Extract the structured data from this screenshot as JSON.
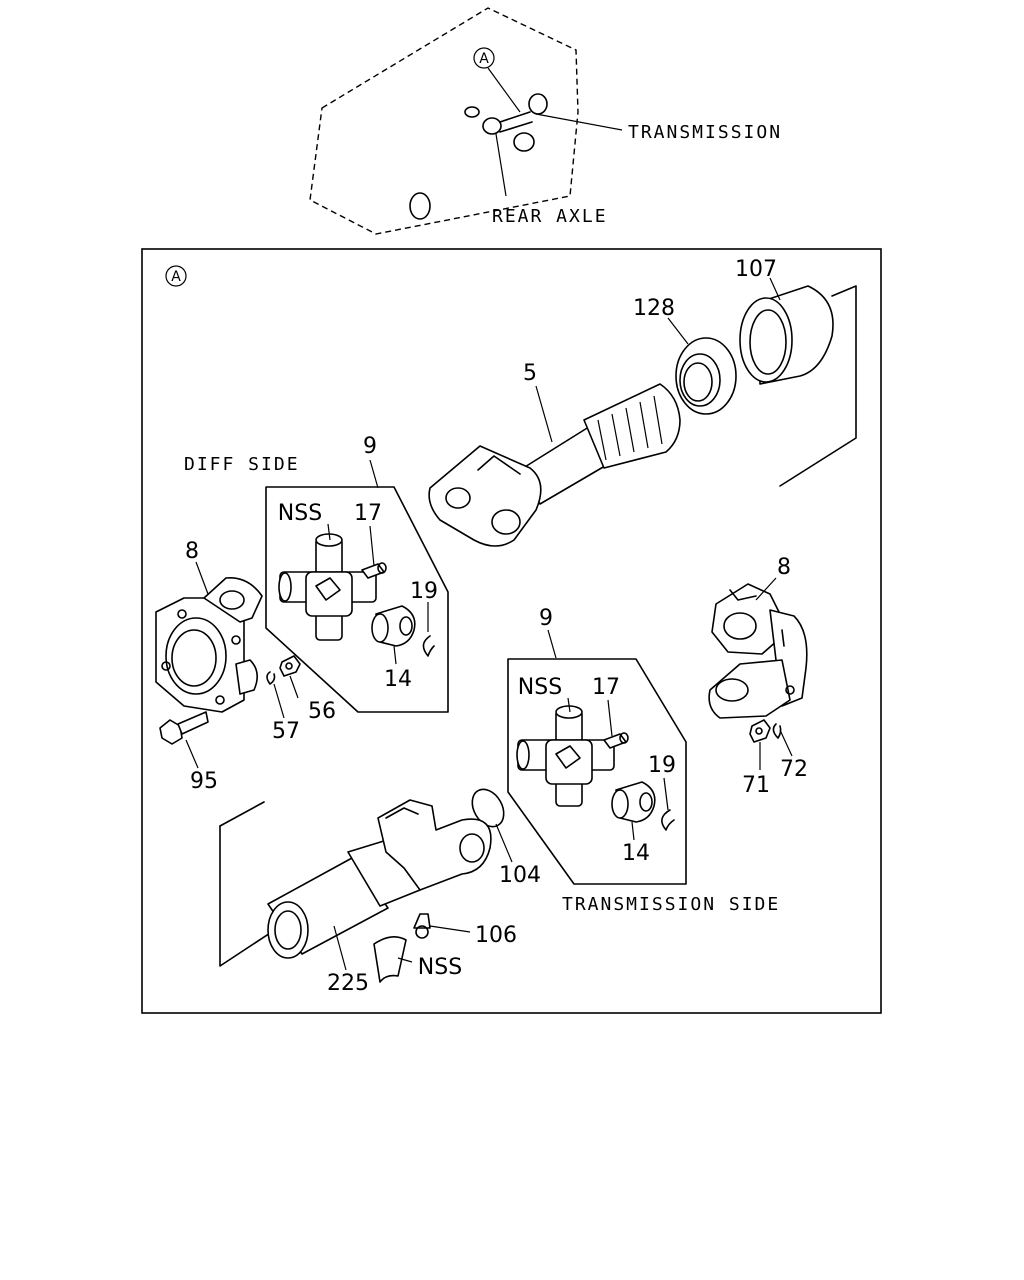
{
  "overview": {
    "callout": "A",
    "transmission_label": "TRANSMISSION",
    "rear_axle_label": "REAR AXLE"
  },
  "detail": {
    "callout": "A",
    "diff_side_label": "DIFF SIDE",
    "transmission_side_label": "TRANSMISSION SIDE",
    "parts": {
      "p107": "107",
      "p128": "128",
      "p5": "5",
      "p9_left": "9",
      "p9_right": "9",
      "nss_left": "NSS",
      "nss_right": "NSS",
      "nss_bottom": "NSS",
      "p17_left": "17",
      "p17_right": "17",
      "p19_left": "19",
      "p19_right": "19",
      "p14_left": "14",
      "p14_right": "14",
      "p8_left": "8",
      "p8_right": "8",
      "p56": "56",
      "p57": "57",
      "p95": "95",
      "p71": "71",
      "p72": "72",
      "p104": "104",
      "p106": "106",
      "p225": "225"
    }
  }
}
